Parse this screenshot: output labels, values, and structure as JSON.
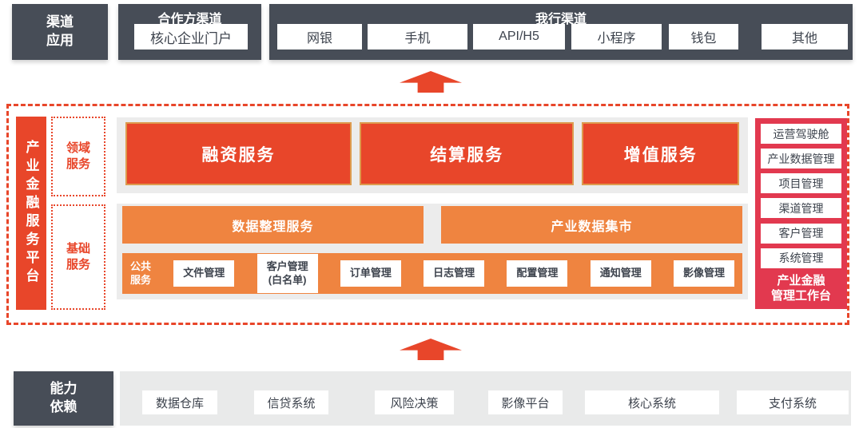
{
  "colors": {
    "dark_slate": "#474d57",
    "red": "#e8462a",
    "red_box_border": "#dd9b4e",
    "orange": "#ef8440",
    "crimson": "#e2394f",
    "panel_gray": "#ececec",
    "box_text": "#3d434d"
  },
  "top": {
    "channel_app_label": "渠道\n应用",
    "partner": {
      "title": "合作方渠道",
      "item": "核心企业门户"
    },
    "bank": {
      "title": "我行渠道",
      "items": [
        "网银",
        "手机",
        "API/H5",
        "小程序",
        "钱包",
        "其他"
      ]
    }
  },
  "platform": {
    "title": "产业金融服务平台",
    "domain_label": "领域\n服务",
    "base_label": "基础\n服务",
    "domain_services": [
      "融资服务",
      "结算服务",
      "增值服务"
    ],
    "base_row1": [
      "数据整理服务",
      "产业数据集市"
    ],
    "public": {
      "label": "公共\n服务",
      "items": [
        "文件管理",
        "客户管理\n(白名单)",
        "订单管理",
        "日志管理",
        "配置管理",
        "通知管理",
        "影像管理"
      ]
    },
    "workbench": {
      "items": [
        "运营驾驶舱",
        "产业数据管理",
        "项目管理",
        "渠道管理",
        "客户管理",
        "系统管理"
      ],
      "title": "产业金融\n管理工作台"
    }
  },
  "bottom": {
    "label": "能力\n依赖",
    "items": [
      "数据仓库",
      "信贷系统",
      "风险决策",
      "影像平台",
      "核心系统",
      "支付系统"
    ]
  }
}
